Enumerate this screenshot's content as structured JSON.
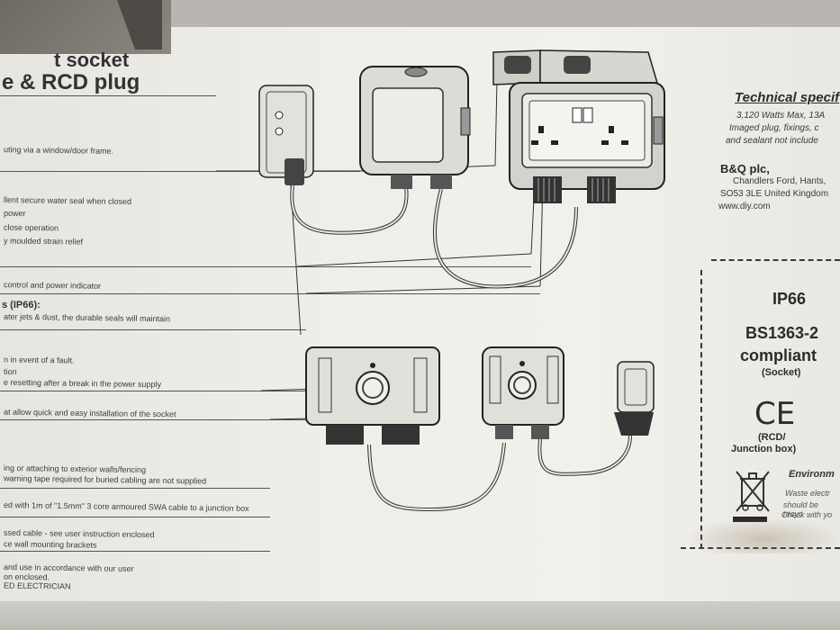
{
  "product": {
    "title_line1": "t socket",
    "title_line2": "e & RCD plug"
  },
  "features": [
    "uting via a window/door frame.",
    "llent secure water seal when closed",
    "power",
    "close operation",
    "y moulded strain relief",
    "control and power indicator"
  ],
  "ip_section": {
    "heading": "s (IP66):",
    "text": "ater jets & dust, the durable seals will maintain"
  },
  "rcd_notes": [
    "n in event of a fault.",
    "tion",
    "e resetting after a break in the power supply",
    "at allow quick and easy installation of the socket"
  ],
  "install_notes": [
    "ing or attaching to exterior walls/fencing",
    "warning tape required for buried cabling are not supplied",
    "ed with 1m of \"1.5mm\" 3 core armoured SWA cable to a junction box",
    "ssed cable - see user instruction enclosed",
    "ce wall mounting brackets",
    "and use in accordance with our user",
    "on enclosed.",
    "ED ELECTRICIAN"
  ],
  "tech_spec": {
    "title": "Technical specif",
    "lines": [
      "3,120 Watts Max, 13A",
      "Imaged plug, fixings, c",
      "and sealant not include"
    ]
  },
  "company": {
    "name": "B&Q plc,",
    "lines": [
      "Chandlers Ford, Hants,",
      "SO53 3LE United Kingdom",
      "www.diy.com"
    ]
  },
  "compliance": {
    "ip": "IP66",
    "standard": "BS1363-2",
    "compliant": "compliant",
    "socket_note": "(Socket)",
    "ce": "CE",
    "rcd_note_1": "(RCD/",
    "rcd_note_2": "Junction box)"
  },
  "environment": {
    "title": "Environm",
    "lines": [
      "Waste electr",
      "should be recyc",
      "Check with yo"
    ]
  }
}
